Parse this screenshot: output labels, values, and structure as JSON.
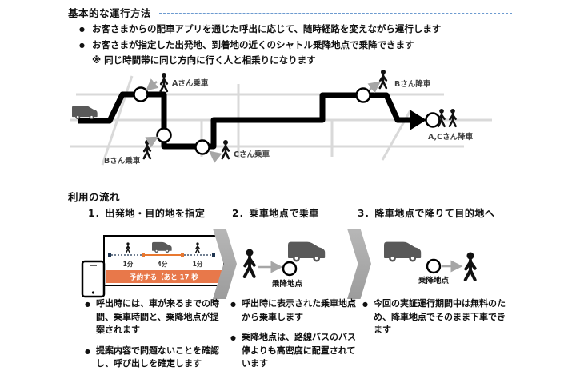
{
  "ui": {
    "bullet": "●"
  },
  "section1": {
    "title": "基本的な運行方法",
    "bullets": [
      "お客さまからの配車アプリを通じた呼出に応じて、随時経路を変えながら運行します",
      "お客さまが指定した出発地、到着地の近くのシャトル乗降地点で乗降できます"
    ],
    "note": "※ 同じ時間帯に同じ方向に行く人と相乗りになります"
  },
  "diagram": {
    "labels": {
      "a_board": "Aさん乗車",
      "b_board": "Bさん乗車",
      "c_board": "Cさん乗車",
      "b_alight": "Bさん降車",
      "ac_alight": "A,Cさん降車"
    }
  },
  "section2": {
    "title": "利用の流れ",
    "steps": [
      {
        "heading": "1．出発地・目的地を指定",
        "bullets": [
          "呼出時には、車が来るまでの時間、乗車時間と、乗降地点が提案されます",
          "提案内容で問題ないことを確認し、呼び出しを確定します"
        ]
      },
      {
        "heading": "2．乗車地点で乗車",
        "bullets": [
          "呼出時に表示された乗車地点から乗車します",
          "乗降地点は、路線バスのバス停よりも高密度に配置されています"
        ]
      },
      {
        "heading": "3．降車地点で降りて目的地へ",
        "bullets": [
          "今回の実証運行期間中は無料のため、降車地点でそのまま下車できます"
        ]
      }
    ],
    "app": {
      "walk1": "1分",
      "ride": "4分",
      "walk2": "1分",
      "reserve_button": "予約する（あと 17 秒"
    },
    "stop_label": "乗降地点"
  },
  "colors": {
    "accent_orange": "#E8784A",
    "navy": "#1F3550",
    "road_gray": "#D9D9D9",
    "arrow_gray": "#A6A6A6",
    "header_dash_blue": "#6D9BD0"
  }
}
